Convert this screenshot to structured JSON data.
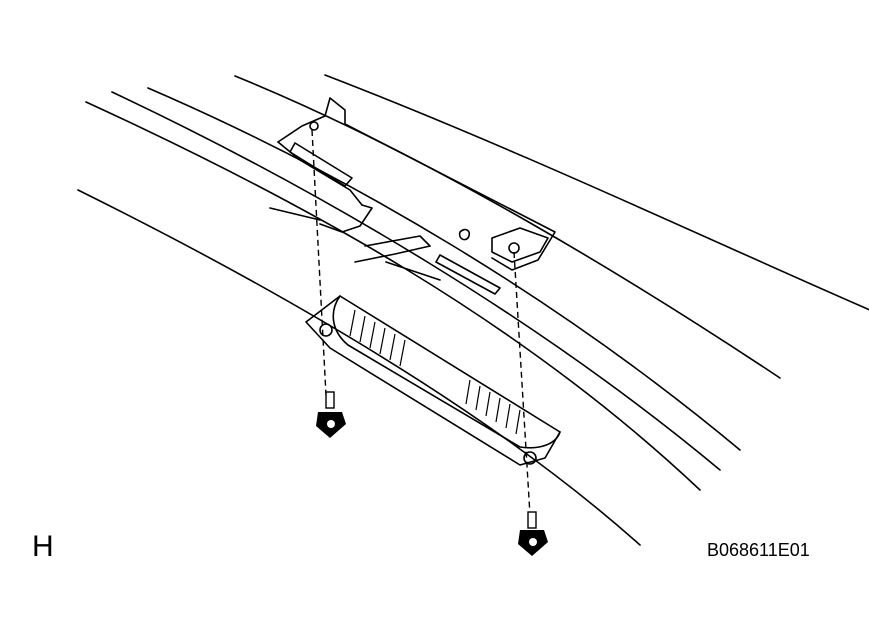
{
  "view_label": "H",
  "figure_code": "B068611E01",
  "colors": {
    "ink": "#000000",
    "background": "#ffffff"
  },
  "parts": [
    "body-panel",
    "mounting-bracket",
    "lamp-assembly",
    "screw",
    "screw"
  ]
}
